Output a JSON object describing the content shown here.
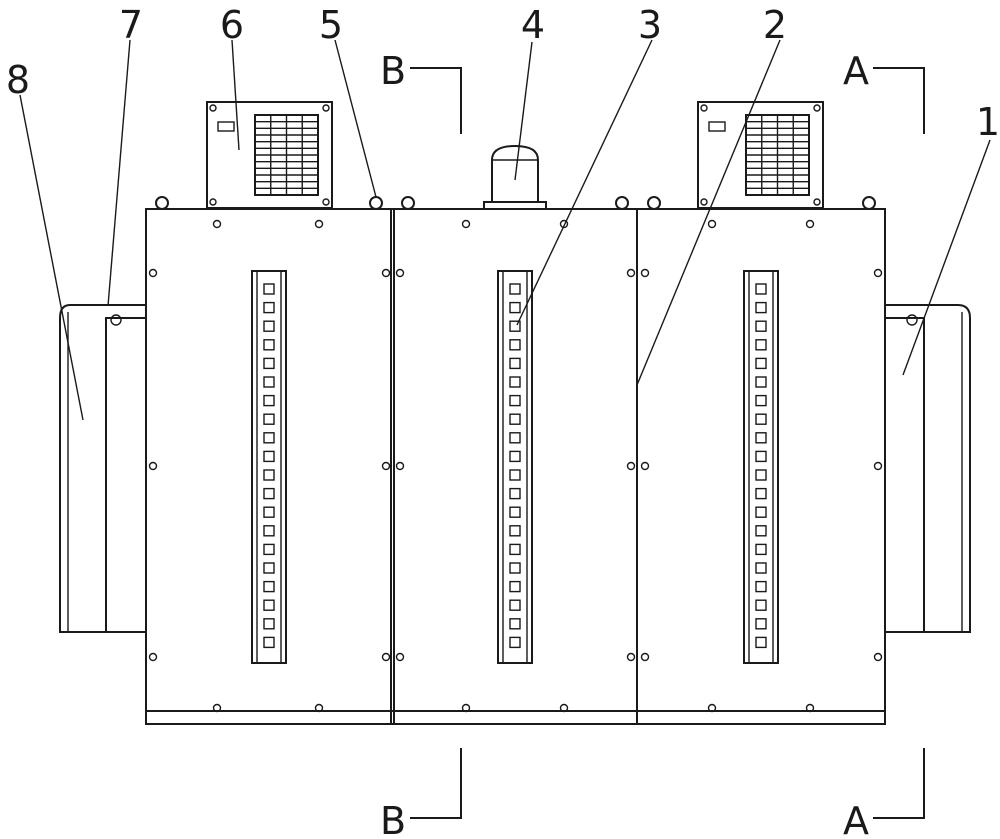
{
  "diagram": {
    "labels": {
      "part_1": "1",
      "part_2": "2",
      "part_3": "3",
      "part_4": "4",
      "part_5": "5",
      "part_6": "6",
      "part_7": "7",
      "part_8": "8"
    },
    "section_marks": {
      "section_a": "A",
      "section_b": "B"
    },
    "indicator_slot_count": 20
  }
}
